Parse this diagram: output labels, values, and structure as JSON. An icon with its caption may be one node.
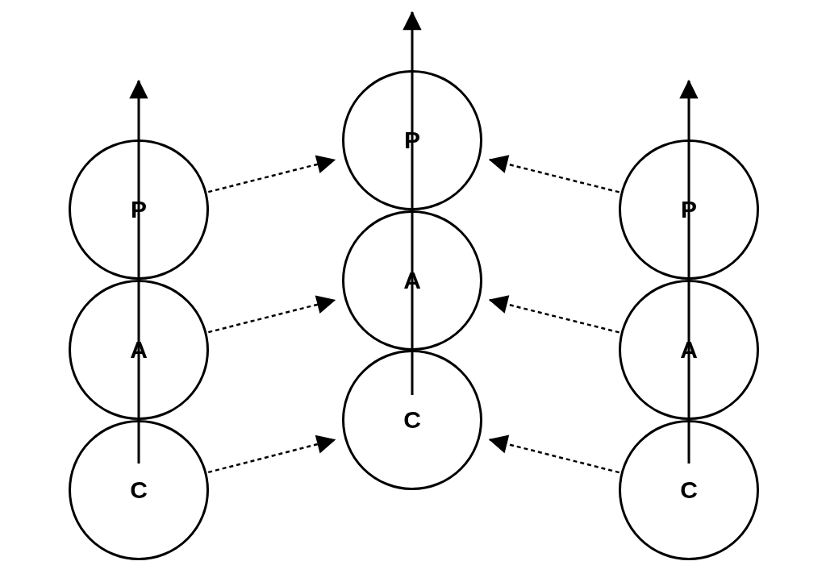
{
  "diagram": {
    "nodes": [
      {
        "text": [
          "P"
        ]
      },
      {
        "text": [
          "A"
        ]
      },
      {
        "text": [
          "C"
        ]
      },
      {
        "text": [
          "P"
        ]
      },
      {
        "text": [
          "A"
        ]
      },
      {
        "text": [
          "C"
        ]
      },
      {
        "text": [
          "P"
        ]
      },
      {
        "text": [
          "A"
        ]
      },
      {
        "text": [
          "C"
        ]
      }
    ],
    "edges": [
      {
        "from": 2,
        "to": null,
        "arrow": "to"
      },
      {
        "from": 5,
        "to": null,
        "arrow": "to"
      },
      {
        "from": 8,
        "to": null,
        "arrow": "to"
      },
      {
        "from": 0,
        "to": 3,
        "arrow": "to",
        "style": "dashed"
      },
      {
        "from": 1,
        "to": 4,
        "arrow": "to",
        "style": "dashed"
      },
      {
        "from": 2,
        "to": 5,
        "arrow": "to",
        "style": "dashed"
      },
      {
        "from": 6,
        "to": 3,
        "arrow": "to",
        "style": "dashed"
      },
      {
        "from": 7,
        "to": 4,
        "arrow": "to",
        "style": "dashed"
      },
      {
        "from": 8,
        "to": 5,
        "arrow": "to",
        "style": "dashed"
      }
    ]
  }
}
